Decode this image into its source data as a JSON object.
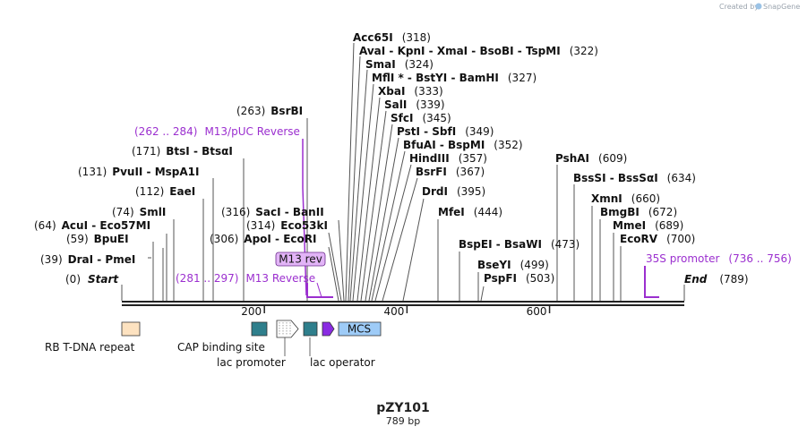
{
  "credit": {
    "created_by": "Created by",
    "brand": "SnapGene"
  },
  "plasmid": {
    "name": "pZY101",
    "length_label": "789 bp",
    "length": 789
  },
  "ruler": [
    {
      "pos": 200,
      "label": "200"
    },
    {
      "pos": 400,
      "label": "400"
    },
    {
      "pos": 600,
      "label": "600"
    }
  ],
  "ends": {
    "start": {
      "num": "(0)",
      "name": "Start"
    },
    "end": {
      "num": "(789)",
      "name": "End"
    }
  },
  "sites_left": [
    {
      "id": "dra",
      "num": "(39)",
      "names": [
        "DraI",
        "PmeI"
      ],
      "pos": 39
    },
    {
      "id": "bpu",
      "num": "(59)",
      "names": [
        "BpuEI"
      ],
      "pos": 59
    },
    {
      "id": "acu",
      "num": "(64)",
      "names": [
        "AcuI",
        "Eco57MI"
      ],
      "pos": 64
    },
    {
      "id": "sml",
      "num": "(74)",
      "names": [
        "SmlI"
      ],
      "pos": 74
    },
    {
      "id": "eae",
      "num": "(112)",
      "names": [
        "EaeI"
      ],
      "pos": 112
    },
    {
      "id": "pvu",
      "num": "(131)",
      "names": [
        "PvuII",
        "MspA1I"
      ],
      "pos": 131
    },
    {
      "id": "bts",
      "num": "(171)",
      "names": [
        "BtsI",
        "BtsαI"
      ],
      "pos": 171
    },
    {
      "id": "bsr",
      "num": "(263)",
      "names": [
        "BsrBI"
      ],
      "pos": 263
    }
  ],
  "sites_mid": [
    {
      "id": "apo",
      "num": "(306)",
      "names": [
        "ApoI",
        "EcoRI"
      ],
      "pos": 306
    },
    {
      "id": "e53",
      "num": "(314)",
      "names": [
        "Eco53kI"
      ],
      "pos": 314
    },
    {
      "id": "sac",
      "num": "(316)",
      "names": [
        "SacI",
        "BanII"
      ],
      "pos": 316
    }
  ],
  "sites_top": [
    {
      "id": "acc",
      "num": "(318)",
      "names": [
        "Acc65I"
      ],
      "pos": 318
    },
    {
      "id": "ava",
      "num": "(322)",
      "names": [
        "AvaI",
        "KpnI",
        "XmaI",
        "BsoBI",
        "TspMI"
      ],
      "pos": 322
    },
    {
      "id": "sma",
      "num": "(324)",
      "names": [
        "SmaI"
      ],
      "pos": 324
    },
    {
      "id": "mfl",
      "num": "(327)",
      "names": [
        "MflI *",
        "BstYI",
        "BamHI"
      ],
      "pos": 327
    },
    {
      "id": "xba",
      "num": "(333)",
      "names": [
        "XbaI"
      ],
      "pos": 333
    },
    {
      "id": "sal",
      "num": "(339)",
      "names": [
        "SalI"
      ],
      "pos": 339
    },
    {
      "id": "sfc",
      "num": "(345)",
      "names": [
        "SfcI"
      ],
      "pos": 345
    },
    {
      "id": "pst",
      "num": "(349)",
      "names": [
        "PstI",
        "SbfI"
      ],
      "pos": 349
    },
    {
      "id": "bfu",
      "num": "(352)",
      "names": [
        "BfuAI",
        "BspMI"
      ],
      "pos": 352
    },
    {
      "id": "hin",
      "num": "(357)",
      "names": [
        "HindIII"
      ],
      "pos": 357
    },
    {
      "id": "bsrf",
      "num": "(367)",
      "names": [
        "BsrFI"
      ],
      "pos": 367
    },
    {
      "id": "drd",
      "num": "(395)",
      "names": [
        "DrdI"
      ],
      "pos": 395
    },
    {
      "id": "mfe",
      "num": "(444)",
      "names": [
        "MfeI"
      ],
      "pos": 444
    }
  ],
  "sites_right": [
    {
      "id": "bspe",
      "num": "(473)",
      "names": [
        "BspEI",
        "BsaWI"
      ],
      "pos": 473
    },
    {
      "id": "bsey",
      "num": "(499)",
      "names": [
        "BseYI"
      ],
      "pos": 499
    },
    {
      "id": "pspf",
      "num": "(503)",
      "names": [
        "PspFI"
      ],
      "pos": 503
    },
    {
      "id": "psha",
      "num": "(609)",
      "names": [
        "PshAI"
      ],
      "pos": 609
    },
    {
      "id": "bsss",
      "num": "(634)",
      "names": [
        "BssSI",
        "BssSαI"
      ],
      "pos": 634
    },
    {
      "id": "xmn",
      "num": "(660)",
      "names": [
        "XmnI"
      ],
      "pos": 660
    },
    {
      "id": "bmg",
      "num": "(672)",
      "names": [
        "BmgBI"
      ],
      "pos": 672
    },
    {
      "id": "mme",
      "num": "(689)",
      "names": [
        "MmeI"
      ],
      "pos": 689
    },
    {
      "id": "ecorv",
      "num": "(700)",
      "names": [
        "EcoRV"
      ],
      "pos": 700
    }
  ],
  "primers": [
    {
      "id": "m13puc",
      "name": "M13/pUC Reverse",
      "range": "(262 .. 284)",
      "start": 262,
      "end": 284
    },
    {
      "id": "m13rev",
      "name": "M13 Reverse",
      "range": "(281 .. 297)",
      "start": 281,
      "end": 297
    },
    {
      "id": "p35s",
      "name": "35S promoter",
      "range": "(736 .. 756)",
      "start": 736,
      "end": 756
    }
  ],
  "primer_box": {
    "label": "M13 rev"
  },
  "features": [
    {
      "id": "rb",
      "label": "RB T-DNA repeat",
      "color": "#fde2c0"
    },
    {
      "id": "cap",
      "label": "CAP binding site",
      "color": "#2f7f8c"
    },
    {
      "id": "lacp",
      "label": "lac promoter",
      "color": "#ffffff"
    },
    {
      "id": "laco",
      "label": "lac operator",
      "color": "#2f7f8c"
    },
    {
      "id": "m13arrow",
      "label": "",
      "color": "#8a2be2"
    },
    {
      "id": "mcs",
      "label": "MCS",
      "color": "#9ecbf7"
    }
  ],
  "colors": {
    "primer": "#9b2fcf",
    "line": "#555555",
    "backbone": "#222222"
  }
}
